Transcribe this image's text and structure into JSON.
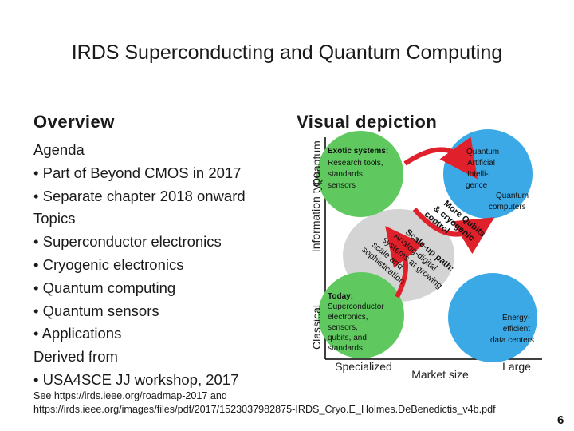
{
  "slide": {
    "title": "IRDS Superconducting and Quantum Computing",
    "page_number": "6"
  },
  "overview": {
    "heading": "Overview",
    "lines": [
      "Agenda",
      "•  Part of Beyond CMOS in 2017",
      "•  Separate chapter 2018 onward",
      "Topics",
      "•  Superconductor electronics",
      "•  Cryogenic electronics",
      "•  Quantum computing",
      "•  Quantum sensors",
      "•  Applications",
      "Derived from",
      "•  USA4SCE JJ workshop, 2017"
    ]
  },
  "visual": {
    "heading": "Visual depiction",
    "y_axis": {
      "label": "Information type",
      "top": "Quantum",
      "bottom": "Classical"
    },
    "x_axis": {
      "label": "Market size",
      "left": "Specialized",
      "right": "Large"
    },
    "exotic": {
      "title": "Exotic systems:",
      "lines": [
        "Research tools,",
        "standards,",
        "sensors"
      ]
    },
    "quantum_ai": {
      "lines": [
        "Quantum",
        "Artificial",
        "Intelli-",
        "gence"
      ]
    },
    "quantum_computers": {
      "lines": [
        "Quantum",
        "computers"
      ]
    },
    "today": {
      "title": "Today:",
      "lines": [
        "Superconductor",
        "electronics,",
        "sensors,",
        "qubits, and",
        "standards"
      ]
    },
    "energy": {
      "lines": [
        "Energy-",
        "efficient",
        "data centers"
      ]
    },
    "scale_path": {
      "title": "Scale-up path:",
      "lines": [
        "Analog-digital",
        "systems at growing",
        "scale and",
        "sophistication"
      ]
    },
    "more_qubits": {
      "lines": [
        "More Qubits",
        "& cryogenic",
        "control"
      ]
    },
    "colors": {
      "green": "#5fc95f",
      "blue": "#3ba9e6",
      "red": "#e0202a",
      "grey": "#b0b0b0"
    }
  },
  "footer": {
    "line1": "See https://irds.ieee.org/roadmap-2017 and",
    "line2": "https://irds.ieee.org/images/files/pdf/2017/1523037982875-IRDS_Cryo.E_Holmes.DeBenedictis_v4b.pdf"
  }
}
